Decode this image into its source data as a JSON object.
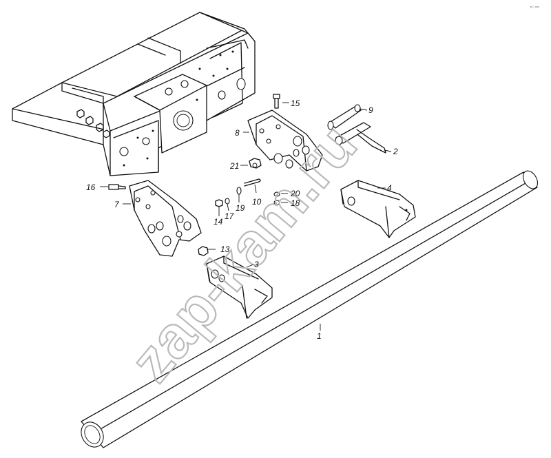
{
  "watermark": "zap-kam.ru",
  "corner_mark": "ᵖ᪲ ᵒᵒᵒ",
  "callouts": [
    {
      "id": "1",
      "label": "1"
    },
    {
      "id": "2",
      "label": "2"
    },
    {
      "id": "3",
      "label": "3"
    },
    {
      "id": "4",
      "label": "4"
    },
    {
      "id": "7",
      "label": "7"
    },
    {
      "id": "8",
      "label": "8"
    },
    {
      "id": "9",
      "label": "9"
    },
    {
      "id": "10",
      "label": "10"
    },
    {
      "id": "13",
      "label": "13"
    },
    {
      "id": "14",
      "label": "14"
    },
    {
      "id": "15",
      "label": "15"
    },
    {
      "id": "16",
      "label": "16"
    },
    {
      "id": "17",
      "label": "17"
    },
    {
      "id": "18",
      "label": "18"
    },
    {
      "id": "19",
      "label": "19"
    },
    {
      "id": "20",
      "label": "20"
    },
    {
      "id": "21",
      "label": "21"
    }
  ]
}
